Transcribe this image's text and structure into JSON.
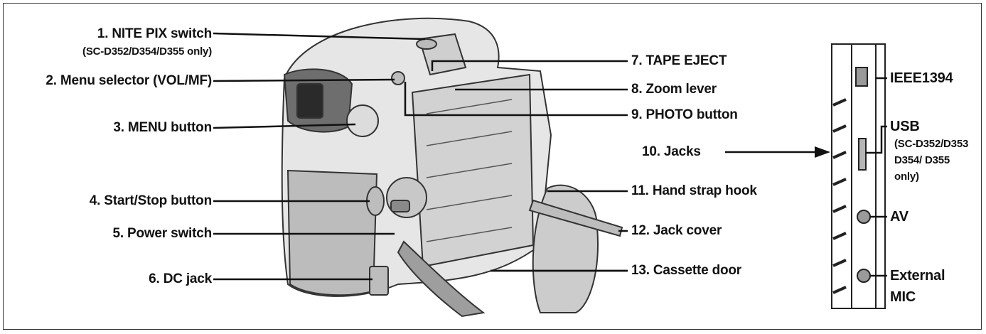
{
  "labels": {
    "nite_pix": "1. NITE PIX switch",
    "nite_pix_note": "(SC-D352/D354/D355 only)",
    "menu_selector": "2. Menu selector (VOL/MF)",
    "menu_button": "3. MENU button",
    "start_stop": "4. Start/Stop button",
    "power_switch": "5. Power switch",
    "dc_jack": "6. DC jack",
    "tape_eject": "7. TAPE EJECT",
    "zoom_lever": "8. Zoom lever",
    "photo_button": "9. PHOTO button",
    "jacks": "10. Jacks",
    "hand_strap": "11. Hand strap hook",
    "jack_cover": "12. Jack cover",
    "cassette_door": "13. Cassette door"
  },
  "jack_panel": {
    "ieee": "IEEE1394",
    "usb": "USB",
    "usb_note_1": "(SC-D352/D353",
    "usb_note_2": "D354/ D355",
    "usb_note_3": "only)",
    "av": "AV",
    "mic_1": "External",
    "mic_2": "MIC"
  }
}
